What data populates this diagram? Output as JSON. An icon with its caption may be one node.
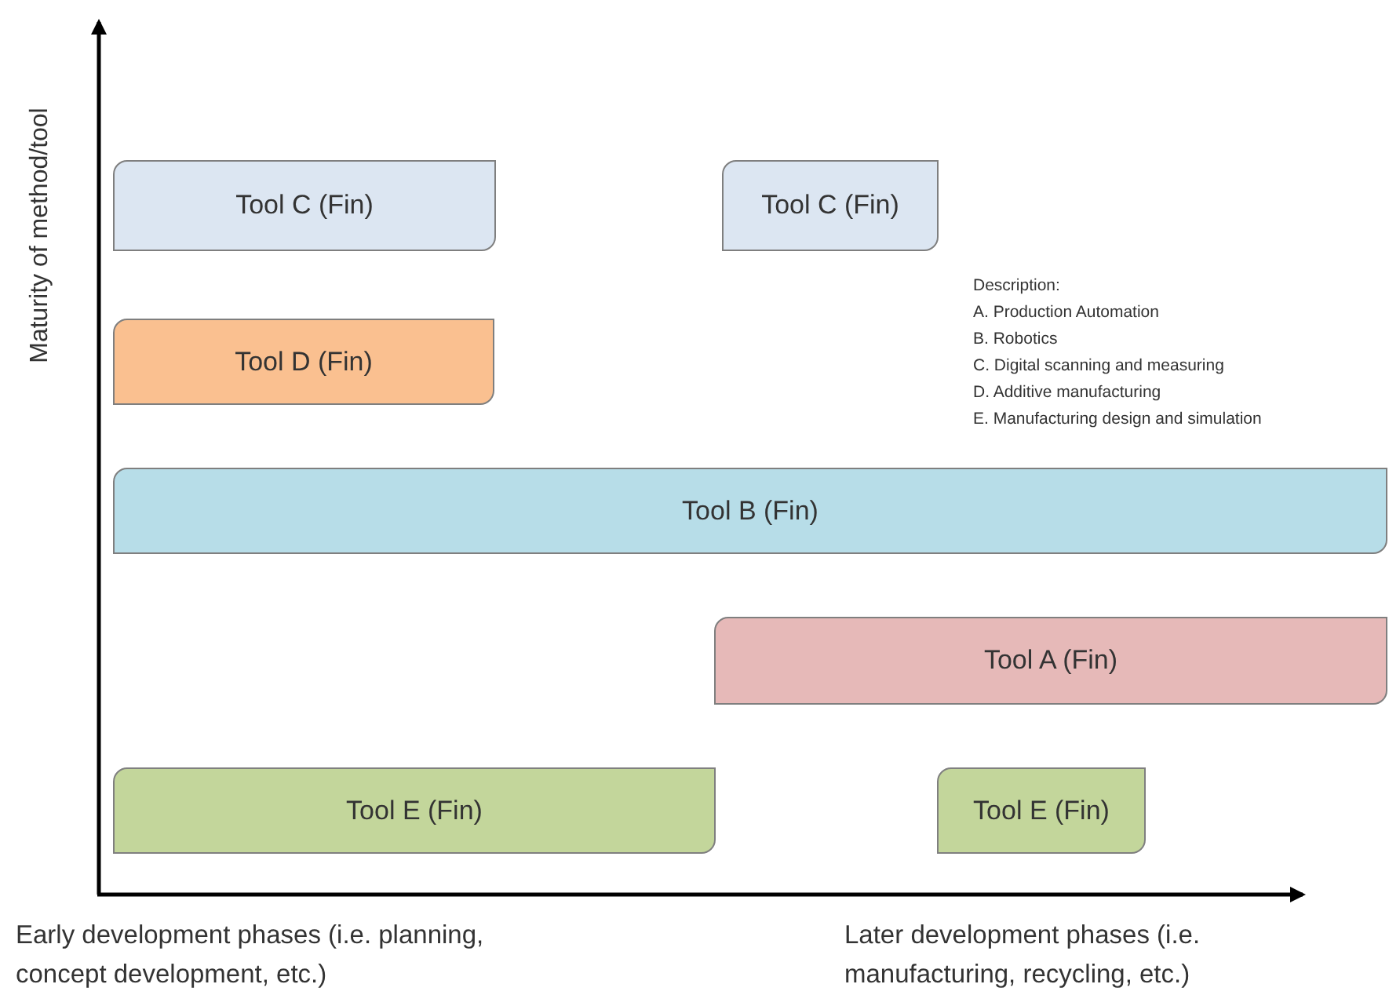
{
  "diagram": {
    "nodes": [
      {
        "text": [
          "Tool C (Fin)"
        ]
      },
      {
        "text": [
          "Tool C (Fin)"
        ]
      },
      {
        "text": [
          "Tool D (Fin)"
        ]
      },
      {
        "text": [
          "Tool B (Fin)"
        ]
      },
      {
        "text": [
          "Tool A (Fin)"
        ]
      },
      {
        "text": [
          "Tool E (Fin)"
        ]
      },
      {
        "text": [
          "Tool E (Fin)"
        ]
      }
    ],
    "edges": [],
    "labels": [
      "Maturity of method/tool",
      "Description:",
      "A. Production Automation",
      "B. Robotics",
      "C. Digital scanning and measuring",
      "D. Additive manufacturing",
      "E. Manufacturing design and simulation",
      "Early development phases (i.e. planning, concept development, etc.)",
      "Later development phases (i.e. manufacturing, recycling, etc.)"
    ]
  }
}
